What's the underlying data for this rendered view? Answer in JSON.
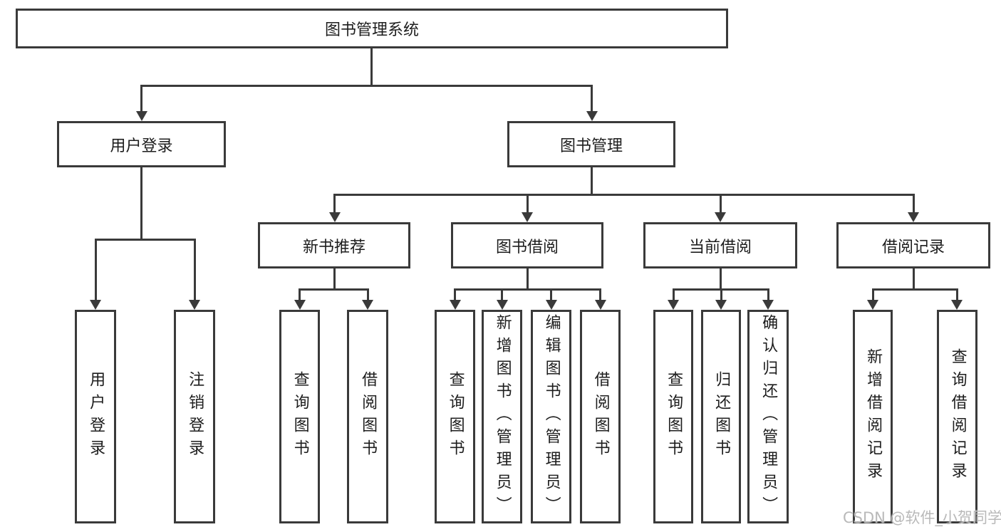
{
  "diagram": {
    "root": {
      "label": "图书管理系统"
    },
    "branches": [
      {
        "label": "用户登录",
        "children": [
          {
            "label": "用户登录"
          },
          {
            "label": "注销登录"
          }
        ]
      },
      {
        "label": "图书管理",
        "children": [
          {
            "label": "新书推荐",
            "children": [
              {
                "label": "查询图书"
              },
              {
                "label": "借阅图书"
              }
            ]
          },
          {
            "label": "图书借阅",
            "children": [
              {
                "label": "查询图书"
              },
              {
                "label": "新增图书（管理员）"
              },
              {
                "label": "编辑图书（管理员）"
              },
              {
                "label": "借阅图书"
              }
            ]
          },
          {
            "label": "当前借阅",
            "children": [
              {
                "label": "查询图书"
              },
              {
                "label": "归还图书"
              },
              {
                "label": "确认归还（管理员）"
              }
            ]
          },
          {
            "label": "借阅记录",
            "children": [
              {
                "label": "新增借阅记录"
              },
              {
                "label": "查询借阅记录"
              }
            ]
          }
        ]
      }
    ],
    "watermark": "CSDN @软件_小贺同学",
    "colors": {
      "line": "#3a3a3a",
      "background": "#ffffff",
      "text": "#1d1d1d",
      "watermark": "#b9b9b9"
    }
  }
}
